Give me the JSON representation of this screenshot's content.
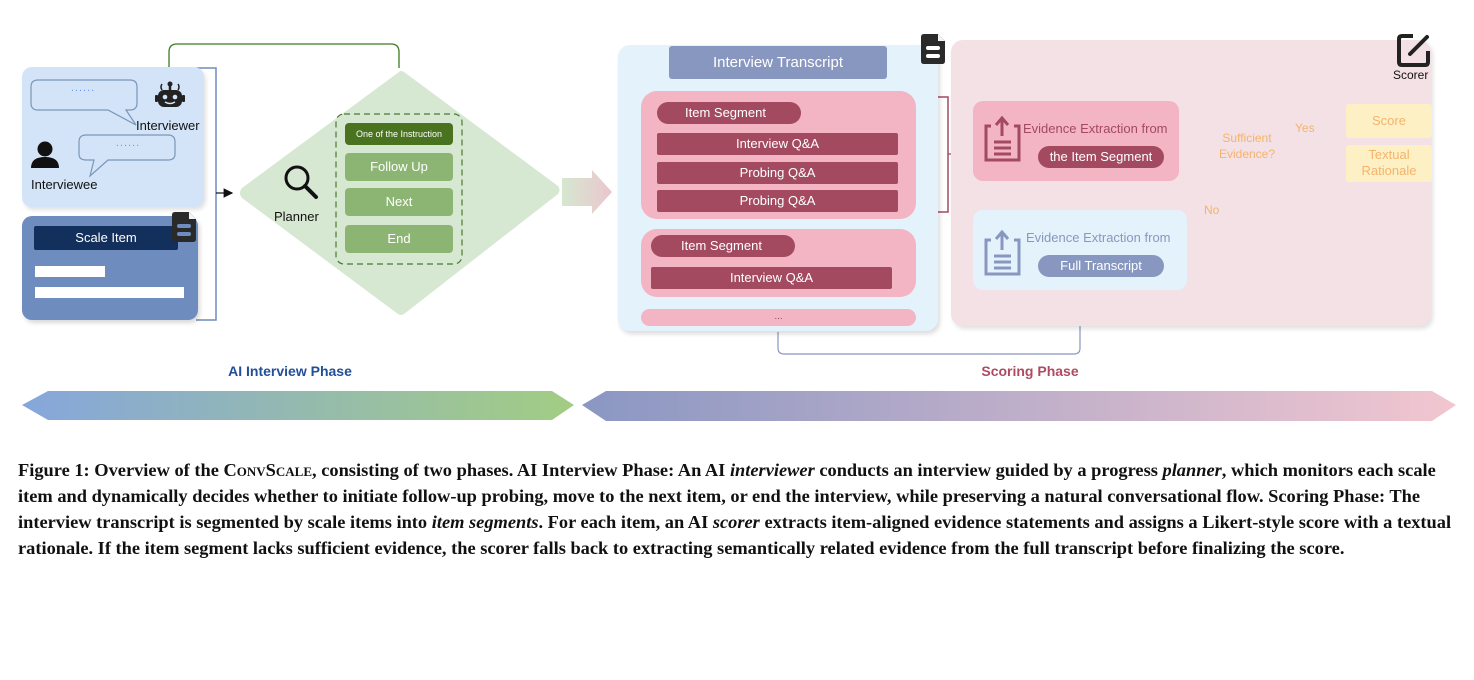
{
  "ai_phase": {
    "interviewer_label": "Interviewer",
    "interviewee_label": "Interviewee",
    "bubble_text": "......",
    "scale_item_label": "Scale Item",
    "planner_label": "Planner",
    "planner_options": [
      "One of the Instruction",
      "Follow Up",
      "Next",
      "End"
    ],
    "phase_label": "AI Interview Phase"
  },
  "scoring_phase": {
    "transcript_title": "Interview Transcript",
    "segments": [
      {
        "label": "Item Segment",
        "entries": [
          "Interview Q&A",
          "Probing Q&A",
          "Probing Q&A"
        ]
      },
      {
        "label": "Item Segment",
        "entries": [
          "Interview Q&A"
        ]
      }
    ],
    "ellipsis": "...",
    "scorer_label": "Scorer",
    "evidence_from_label": "Evidence Extraction from",
    "evidence_item_segment": "the Item Segment",
    "evidence_full_transcript": "Full Transcript",
    "decision": "Sufficient Evidence?",
    "yes_label": "Yes",
    "no_label": "No",
    "outputs": [
      "Score",
      "Textual Rationale"
    ],
    "phase_label": "Scoring Phase"
  },
  "colors": {
    "ai_phase_accent": "#234f99",
    "scoring_phase_accent": "#b04a62",
    "planner_green": "#4a7320",
    "segment_maroon": "#a34a60",
    "decision_orange": "#f5b36b"
  },
  "caption": {
    "figure_label": "Figure 1:",
    "p1": " Overview of the ",
    "system_name": "ConvScale",
    "p2": ", consisting of two phases. AI Interview Phase: An AI ",
    "i1": "interviewer",
    "p3": " conducts an interview guided by a progress ",
    "i2": "planner",
    "p4": ", which monitors each scale item and dynamically decides whether to initiate follow-up probing, move to the next item, or end the interview, while preserving a natural conversational flow. Scoring Phase: The interview transcript is segmented by scale items into ",
    "i3": "item segments",
    "p5": ". For each item, an AI ",
    "i4": "scorer",
    "p6": " extracts item-aligned evidence statements and assigns a Likert-style score with a textual rationale. If the item segment lacks sufficient evidence, the scorer falls back to extracting semantically related evidence from the full transcript before finalizing the score."
  }
}
